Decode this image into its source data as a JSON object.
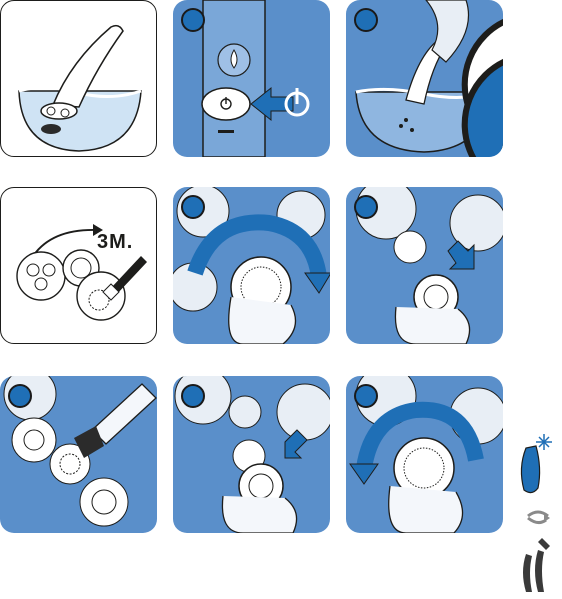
{
  "colors": {
    "panel_blue": "#5a8fca",
    "accent_blue": "#1f6fb6",
    "arrow_blue": "#2f7bc4",
    "water_light": "#cfe3f4",
    "outline": "#1d1d1b",
    "thermo_red": "#d9262c"
  },
  "panels": [
    {
      "id": "p1",
      "style": "outlined",
      "icons": [
        "shaver-in-water-icon"
      ]
    },
    {
      "id": "p2",
      "style": "blue",
      "icons": [
        "power-button-icon",
        "power-symbol-icon",
        "arrow-left-icon"
      ]
    },
    {
      "id": "p3",
      "style": "blue",
      "icons": [
        "half-circle-icon",
        "thermometer-icon"
      ]
    },
    {
      "id": "p4",
      "style": "outlined",
      "label": "3M.",
      "icons": [
        "cleaning-brush-icon",
        "cycle-arrow-icon"
      ]
    },
    {
      "id": "p5",
      "style": "blue",
      "icons": [
        "rotate-arrow-icon"
      ]
    },
    {
      "id": "p6",
      "style": "blue",
      "icons": [
        "arrow-down-right-icon"
      ]
    },
    {
      "id": "p7",
      "style": "blue",
      "icons": [
        "cleaning-brush-icon"
      ]
    },
    {
      "id": "p8",
      "style": "blue",
      "icons": [
        "arrow-up-left-icon"
      ]
    },
    {
      "id": "p9",
      "style": "blue",
      "icons": [
        "rotate-arrow-icon"
      ]
    }
  ],
  "side_icons": [
    "sparkle-spray-icon",
    "rotate-small-icon",
    "lubricant-drops-icon"
  ]
}
